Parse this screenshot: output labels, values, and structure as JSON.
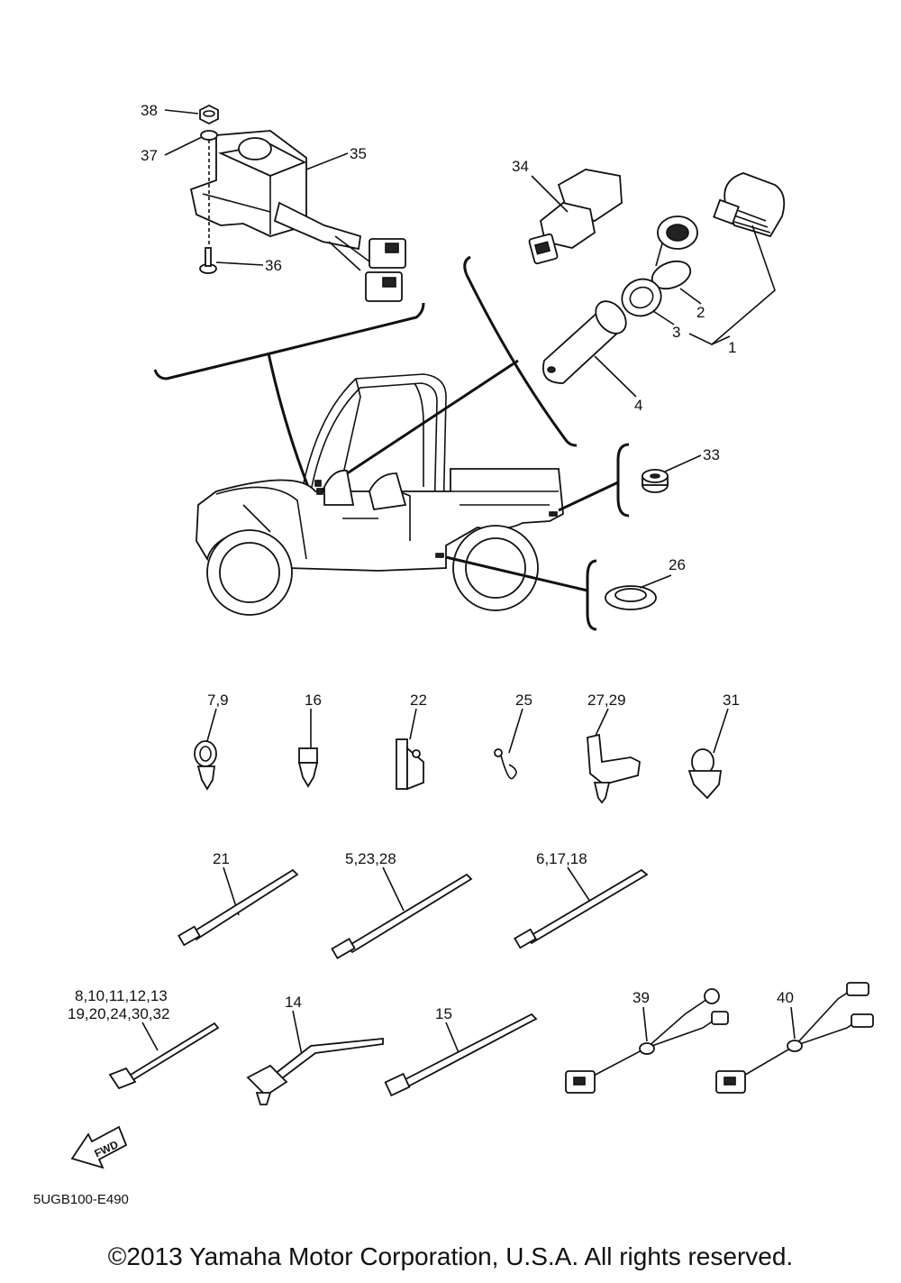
{
  "callouts": {
    "c38": "38",
    "c37": "37",
    "c35": "35",
    "c36": "36",
    "c34": "34",
    "c2": "2",
    "c3": "3",
    "c1": "1",
    "c4": "4",
    "c33": "33",
    "c26": "26",
    "c7_9": "7,9",
    "c16": "16",
    "c22": "22",
    "c25": "25",
    "c27_29": "27,29",
    "c31": "31",
    "c21": "21",
    "c5_23_28": "5,23,28",
    "c6_17_18": "6,17,18",
    "c8_line1": "8,10,11,12,13",
    "c8_line2": "19,20,24,30,32",
    "c14": "14",
    "c15": "15",
    "c39": "39",
    "c40": "40"
  },
  "fwd_label": "FWD",
  "diagram_code": "5UGB100-E490",
  "copyright": "©2013 Yamaha Motor Corporation, U.S.A. All rights reserved."
}
